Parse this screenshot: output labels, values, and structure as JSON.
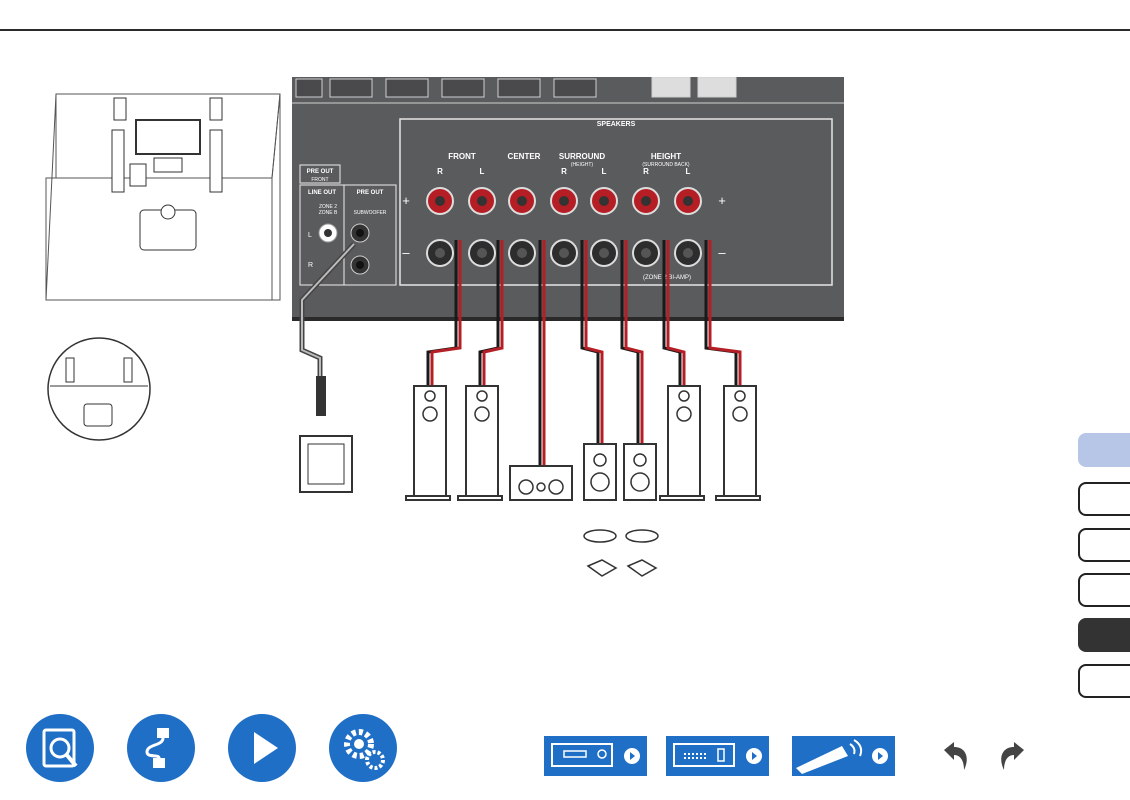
{
  "panel": {
    "speakers_label": "SPEAKERS",
    "front_label": "FRONT",
    "center_label": "CENTER",
    "surround_label": "SURROUND",
    "surround_sub": "(HEIGHT)",
    "height_label": "HEIGHT",
    "height_sub": "(SURROUND BACK)",
    "r": "R",
    "l": "L",
    "plus": "+",
    "minus": "–",
    "zone2_biamp": "(ZONE 2/BI-AMP)",
    "pre_out": "PRE OUT",
    "front_sub": "FRONT",
    "line_out": "LINE OUT",
    "pre_out_2": "PRE OUT",
    "zone2": "ZONE 2",
    "zoneb": "ZONE B",
    "subwoofer": "SUBWOOFER",
    "jack_l": "L",
    "jack_r": "R"
  },
  "icons": {
    "toc": "manual-magnifier-icon",
    "connections": "cable-icon",
    "playback": "play-icon",
    "setup": "gear-icon",
    "front_panel": "front-panel-icon",
    "rear_panel": "rear-panel-icon",
    "remote": "remote-icon",
    "undo": "undo-arrow-icon",
    "redo": "redo-arrow-icon"
  },
  "colors": {
    "accent_blue": "#1f6fc6",
    "tab_blue": "#b7c6e6",
    "panel_gray": "#5a5b5d",
    "terminal_red": "#b41e24"
  }
}
